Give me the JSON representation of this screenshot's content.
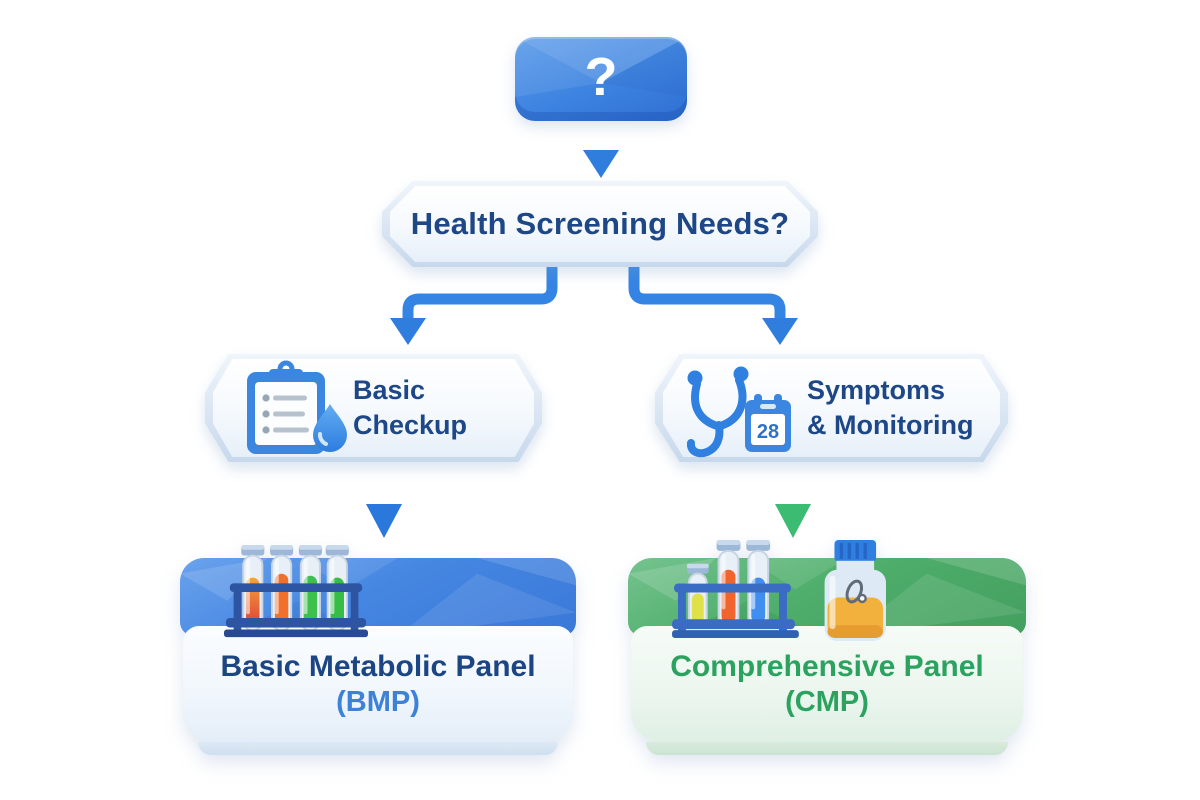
{
  "diagram": {
    "root": {
      "symbol": "?"
    },
    "decision": {
      "label": "Health Screening Needs?"
    },
    "branches": {
      "basic": {
        "line1": "Basic",
        "line2": "Checkup"
      },
      "symptoms": {
        "line1": "Symptoms",
        "line2": "& Monitoring",
        "calendar_day": "28"
      }
    },
    "outcomes": {
      "bmp": {
        "title": "Basic Metabolic Panel",
        "code": "(BMP)"
      },
      "cmp": {
        "title": "Comprehensive Panel",
        "code": "(CMP)"
      }
    }
  },
  "colors": {
    "arrow_blue": "#3484e4",
    "arrow_blue_dark": "#2f7edd",
    "arrow_teal_start": "#2eb6b0",
    "arrow_teal_end": "#3cbc72",
    "navy_text": "#1d4787",
    "bmp_code_text": "#3b82d8",
    "green_text": "#2ca25f",
    "header_blue": "#4687e2",
    "header_green": "#4fae6b",
    "root_box_blue": "#3d83e0"
  }
}
